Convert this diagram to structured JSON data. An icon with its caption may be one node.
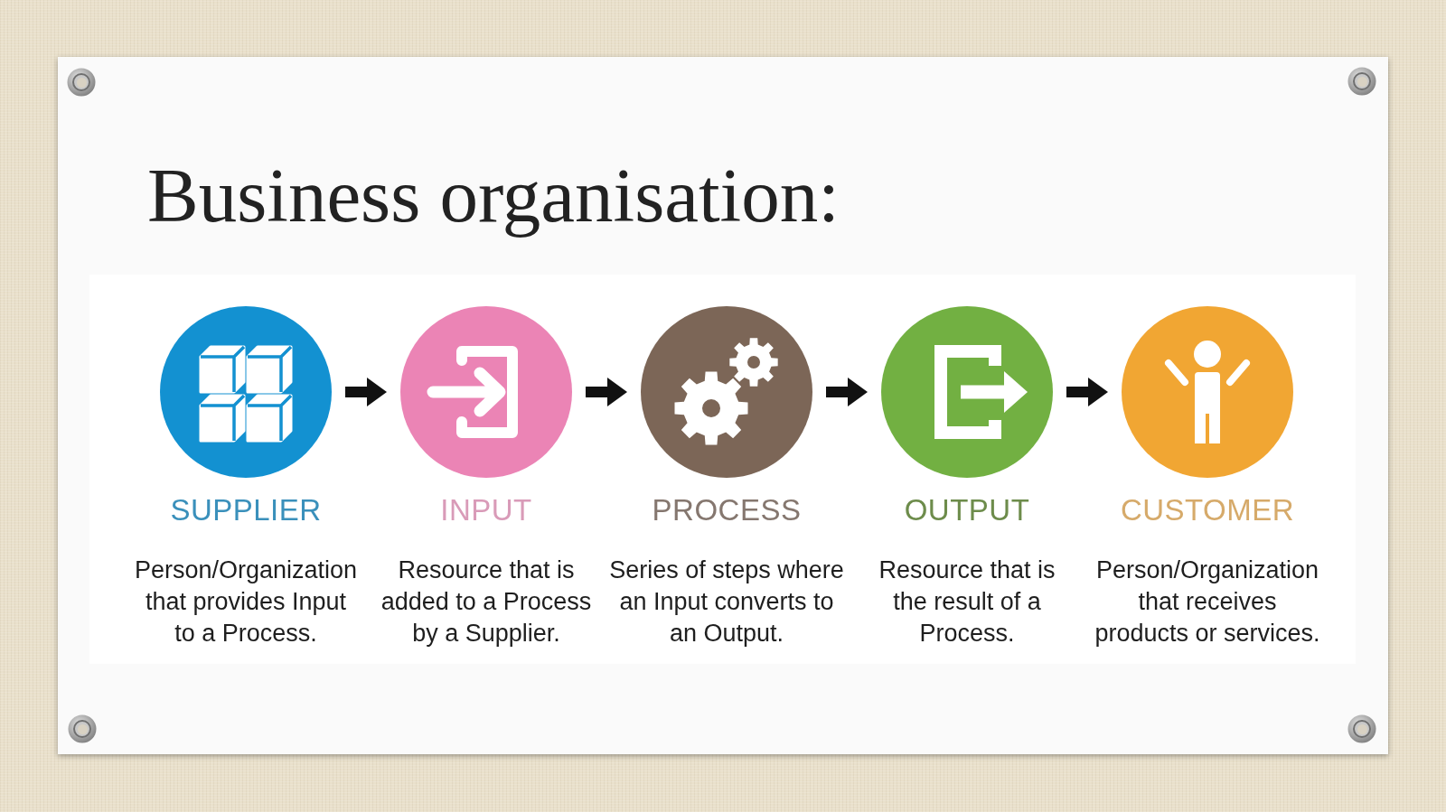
{
  "diagram": {
    "title": "Business organisation:",
    "nodes": [
      {
        "text": [
          "SUPPLIER"
        ],
        "beside": [
          "Person/Organization that provides Input to a Process."
        ]
      },
      {
        "text": [
          "INPUT"
        ],
        "beside": [
          "Resource that is added to a Process by a Supplier."
        ]
      },
      {
        "text": [
          "PROCESS"
        ],
        "beside": [
          "Series of steps where an Input converts to an Output."
        ]
      },
      {
        "text": [
          "OUTPUT"
        ],
        "beside": [
          "Resource that is the result of a Process."
        ]
      },
      {
        "text": [
          "CUSTOMER"
        ],
        "beside": [
          "Person/Organization that receives products or services."
        ]
      }
    ],
    "edges": [
      {
        "from": 0,
        "to": 1,
        "arrow": "to"
      },
      {
        "from": 1,
        "to": 2,
        "arrow": "to"
      },
      {
        "from": 2,
        "to": 3,
        "arrow": "to"
      },
      {
        "from": 3,
        "to": 4,
        "arrow": "to"
      }
    ]
  }
}
